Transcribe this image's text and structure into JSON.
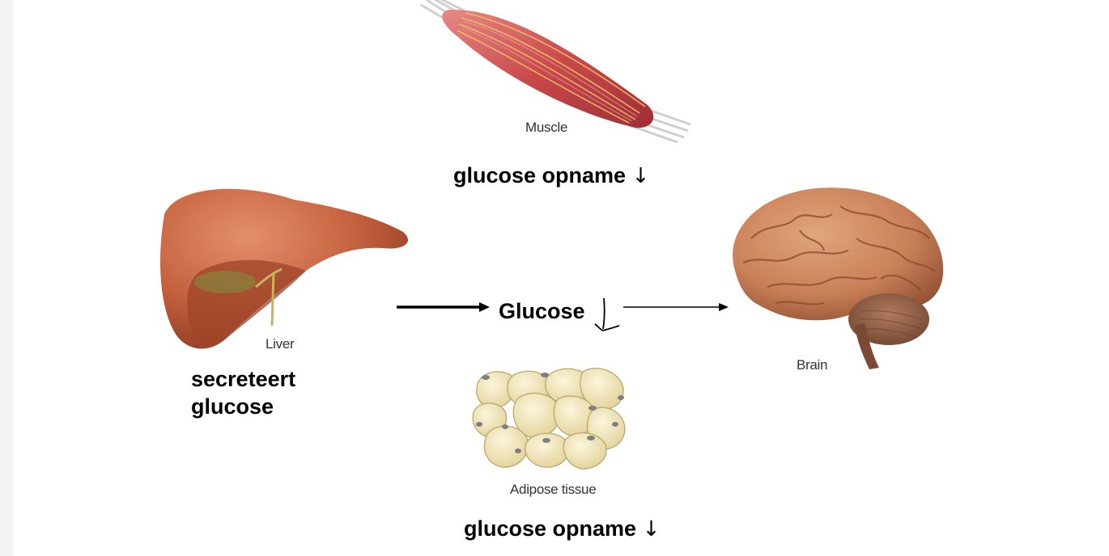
{
  "organs": {
    "muscle": {
      "label": "Muscle",
      "icon": "muscle-illustration"
    },
    "liver": {
      "label": "Liver",
      "icon": "liver-illustration"
    },
    "brain": {
      "label": "Brain",
      "icon": "brain-illustration"
    },
    "adipose": {
      "label": "Adipose tissue",
      "icon": "adipose-tissue-illustration"
    }
  },
  "annotations": {
    "muscle_uptake": "glucose opname",
    "liver_secretes_line1": "secreteert",
    "liver_secretes_line2": "glucose",
    "center_glucose": "Glucose",
    "adipose_uptake": "glucose opname",
    "down_arrow": "↓"
  },
  "colors": {
    "muscle": "#c8494b",
    "liver": "#b5533a",
    "brain": "#c98058",
    "adipose": "#f1e6b8"
  }
}
